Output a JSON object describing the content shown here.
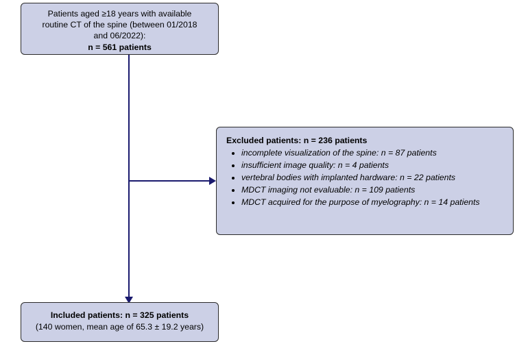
{
  "diagram": {
    "type": "flowchart",
    "top_box": {
      "line1": "Patients aged ≥18 years with available",
      "line2": "routine CT of the spine (between 01/2018",
      "line3": "and 06/2022):",
      "line4": "n = 561 patients"
    },
    "excluded_box": {
      "title": "Excluded patients: n = 236 patients",
      "items": [
        "incomplete visualization of the spine: n = 87 patients",
        "insufficient image quality: n = 4 patients",
        "vertebral bodies with implanted hardware: n = 22 patients",
        "MDCT imaging not evaluable: n = 109 patients",
        "MDCT acquired for the purpose of myelography: n = 14 patients"
      ]
    },
    "included_box": {
      "line1": "Included patients: n = 325 patients",
      "line2": "(140 women, mean age of 65.3 ± 19.2 years)"
    },
    "colors": {
      "box_fill": "#ccd0e6",
      "box_border": "#2a2a2a",
      "connector": "#1a1a6e"
    }
  }
}
